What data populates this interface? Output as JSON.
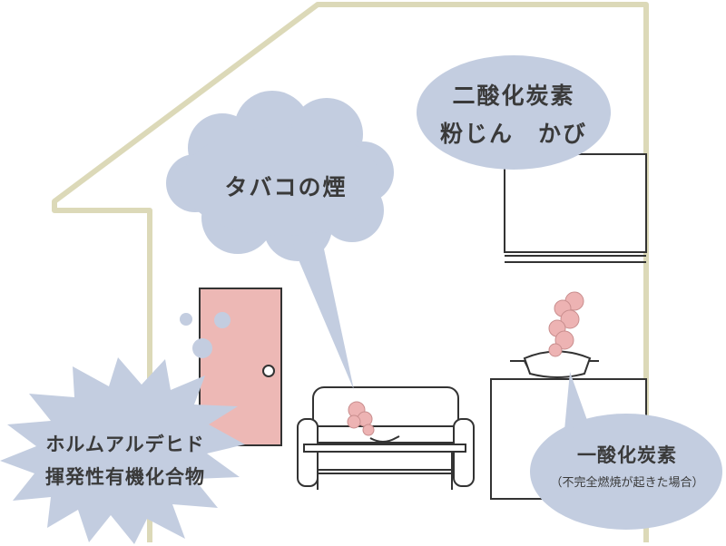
{
  "labels": {
    "smoke": "タバコの煙",
    "co2_line1": "二酸化炭素",
    "co2_line2": "粉じん　かび",
    "co_main": "一酸化炭素",
    "co_note": "（不完全燃焼が起きた場合）",
    "form_line1": "ホルムアルデヒド",
    "form_line2": "揮発性有機化合物"
  },
  "colors": {
    "house_outline": "#dcd9b8",
    "bubble": "#c3cde0",
    "door": "#edb8b5",
    "smoke": "#edb3b3",
    "line": "#333333"
  }
}
